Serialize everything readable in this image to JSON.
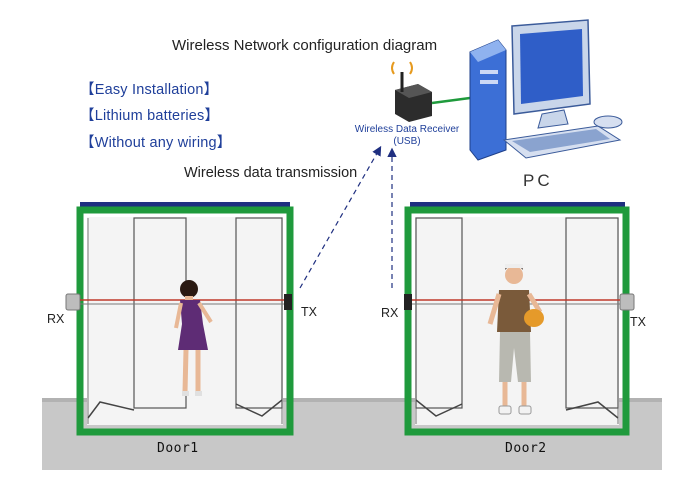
{
  "title": "Wireless Network configuration diagram",
  "features": [
    "【Easy Installation】",
    "【Lithium batteries】",
    "【Without any wiring】"
  ],
  "transmission_label": "Wireless data transmission",
  "receiver": {
    "name": "Wireless Data Receiver",
    "interface": "(USB)"
  },
  "pc_label": "PC",
  "doors": [
    {
      "label": "Door1",
      "left_sensor": "RX",
      "right_sensor": "TX"
    },
    {
      "label": "Door2",
      "left_sensor": "RX",
      "right_sensor": "TX"
    }
  ],
  "colors": {
    "frame": "#1f9a3c",
    "header": "#1f2f80",
    "feature_text": "#1f3f9a",
    "beam": "#c0392b",
    "floor": "#c8c8c8"
  }
}
